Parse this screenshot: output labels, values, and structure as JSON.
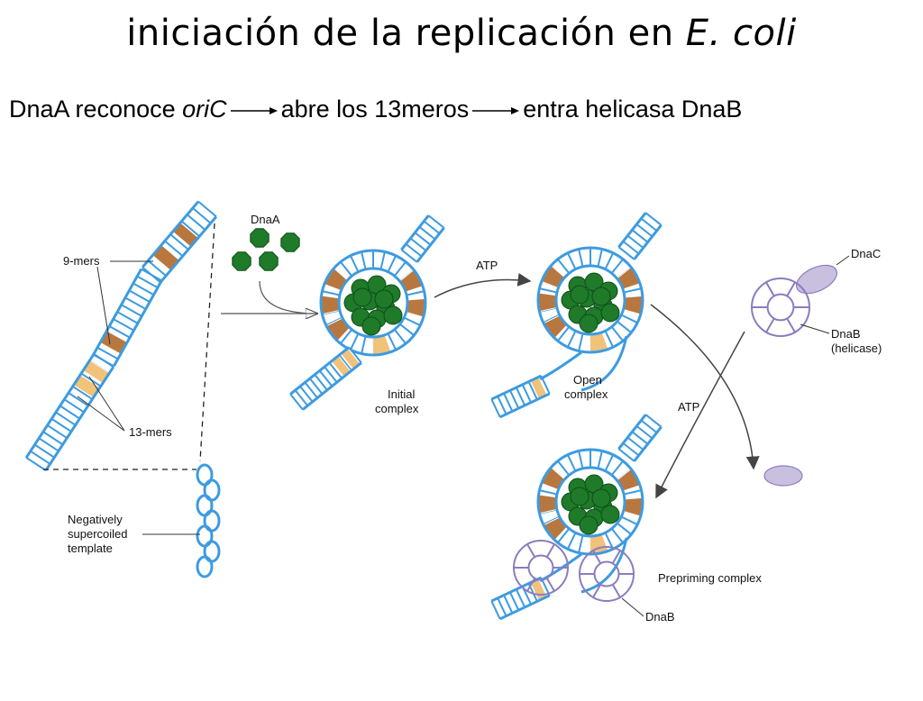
{
  "title": {
    "main": "iniciación de la replicación en ",
    "italic": "E. coli"
  },
  "subtitle": {
    "part1": "DnaA reconoce ",
    "part1_italic": "oriC",
    "part2": "abre los 13meros",
    "part3": "entra helicasa DnaB"
  },
  "labels": {
    "nine_mers": "9-mers",
    "thirteen_mers": "13-mers",
    "neg_line1": "Negatively",
    "neg_line2": "supercoiled",
    "neg_line3": "template",
    "dnaa": "DnaA",
    "atp1": "ATP",
    "initial1": "Initial",
    "initial2": "complex",
    "open1": "Open",
    "open2": "complex",
    "dnac": "DnaC",
    "dnab_helicase1": "DnaB",
    "dnab_helicase2": "(helicase)",
    "atp2": "ATP",
    "prepriming": "Prepriming complex",
    "dnab_bottom": "DnaB"
  },
  "colors": {
    "dna": "#3d9be0",
    "dnaa": "#1f7a2a",
    "nine_mer": "#b8773e",
    "thirteen_mer": "#f1c27a",
    "dnab": "#8b7cc0",
    "dnac": "#c9c0e0",
    "arrow": "#333333"
  }
}
